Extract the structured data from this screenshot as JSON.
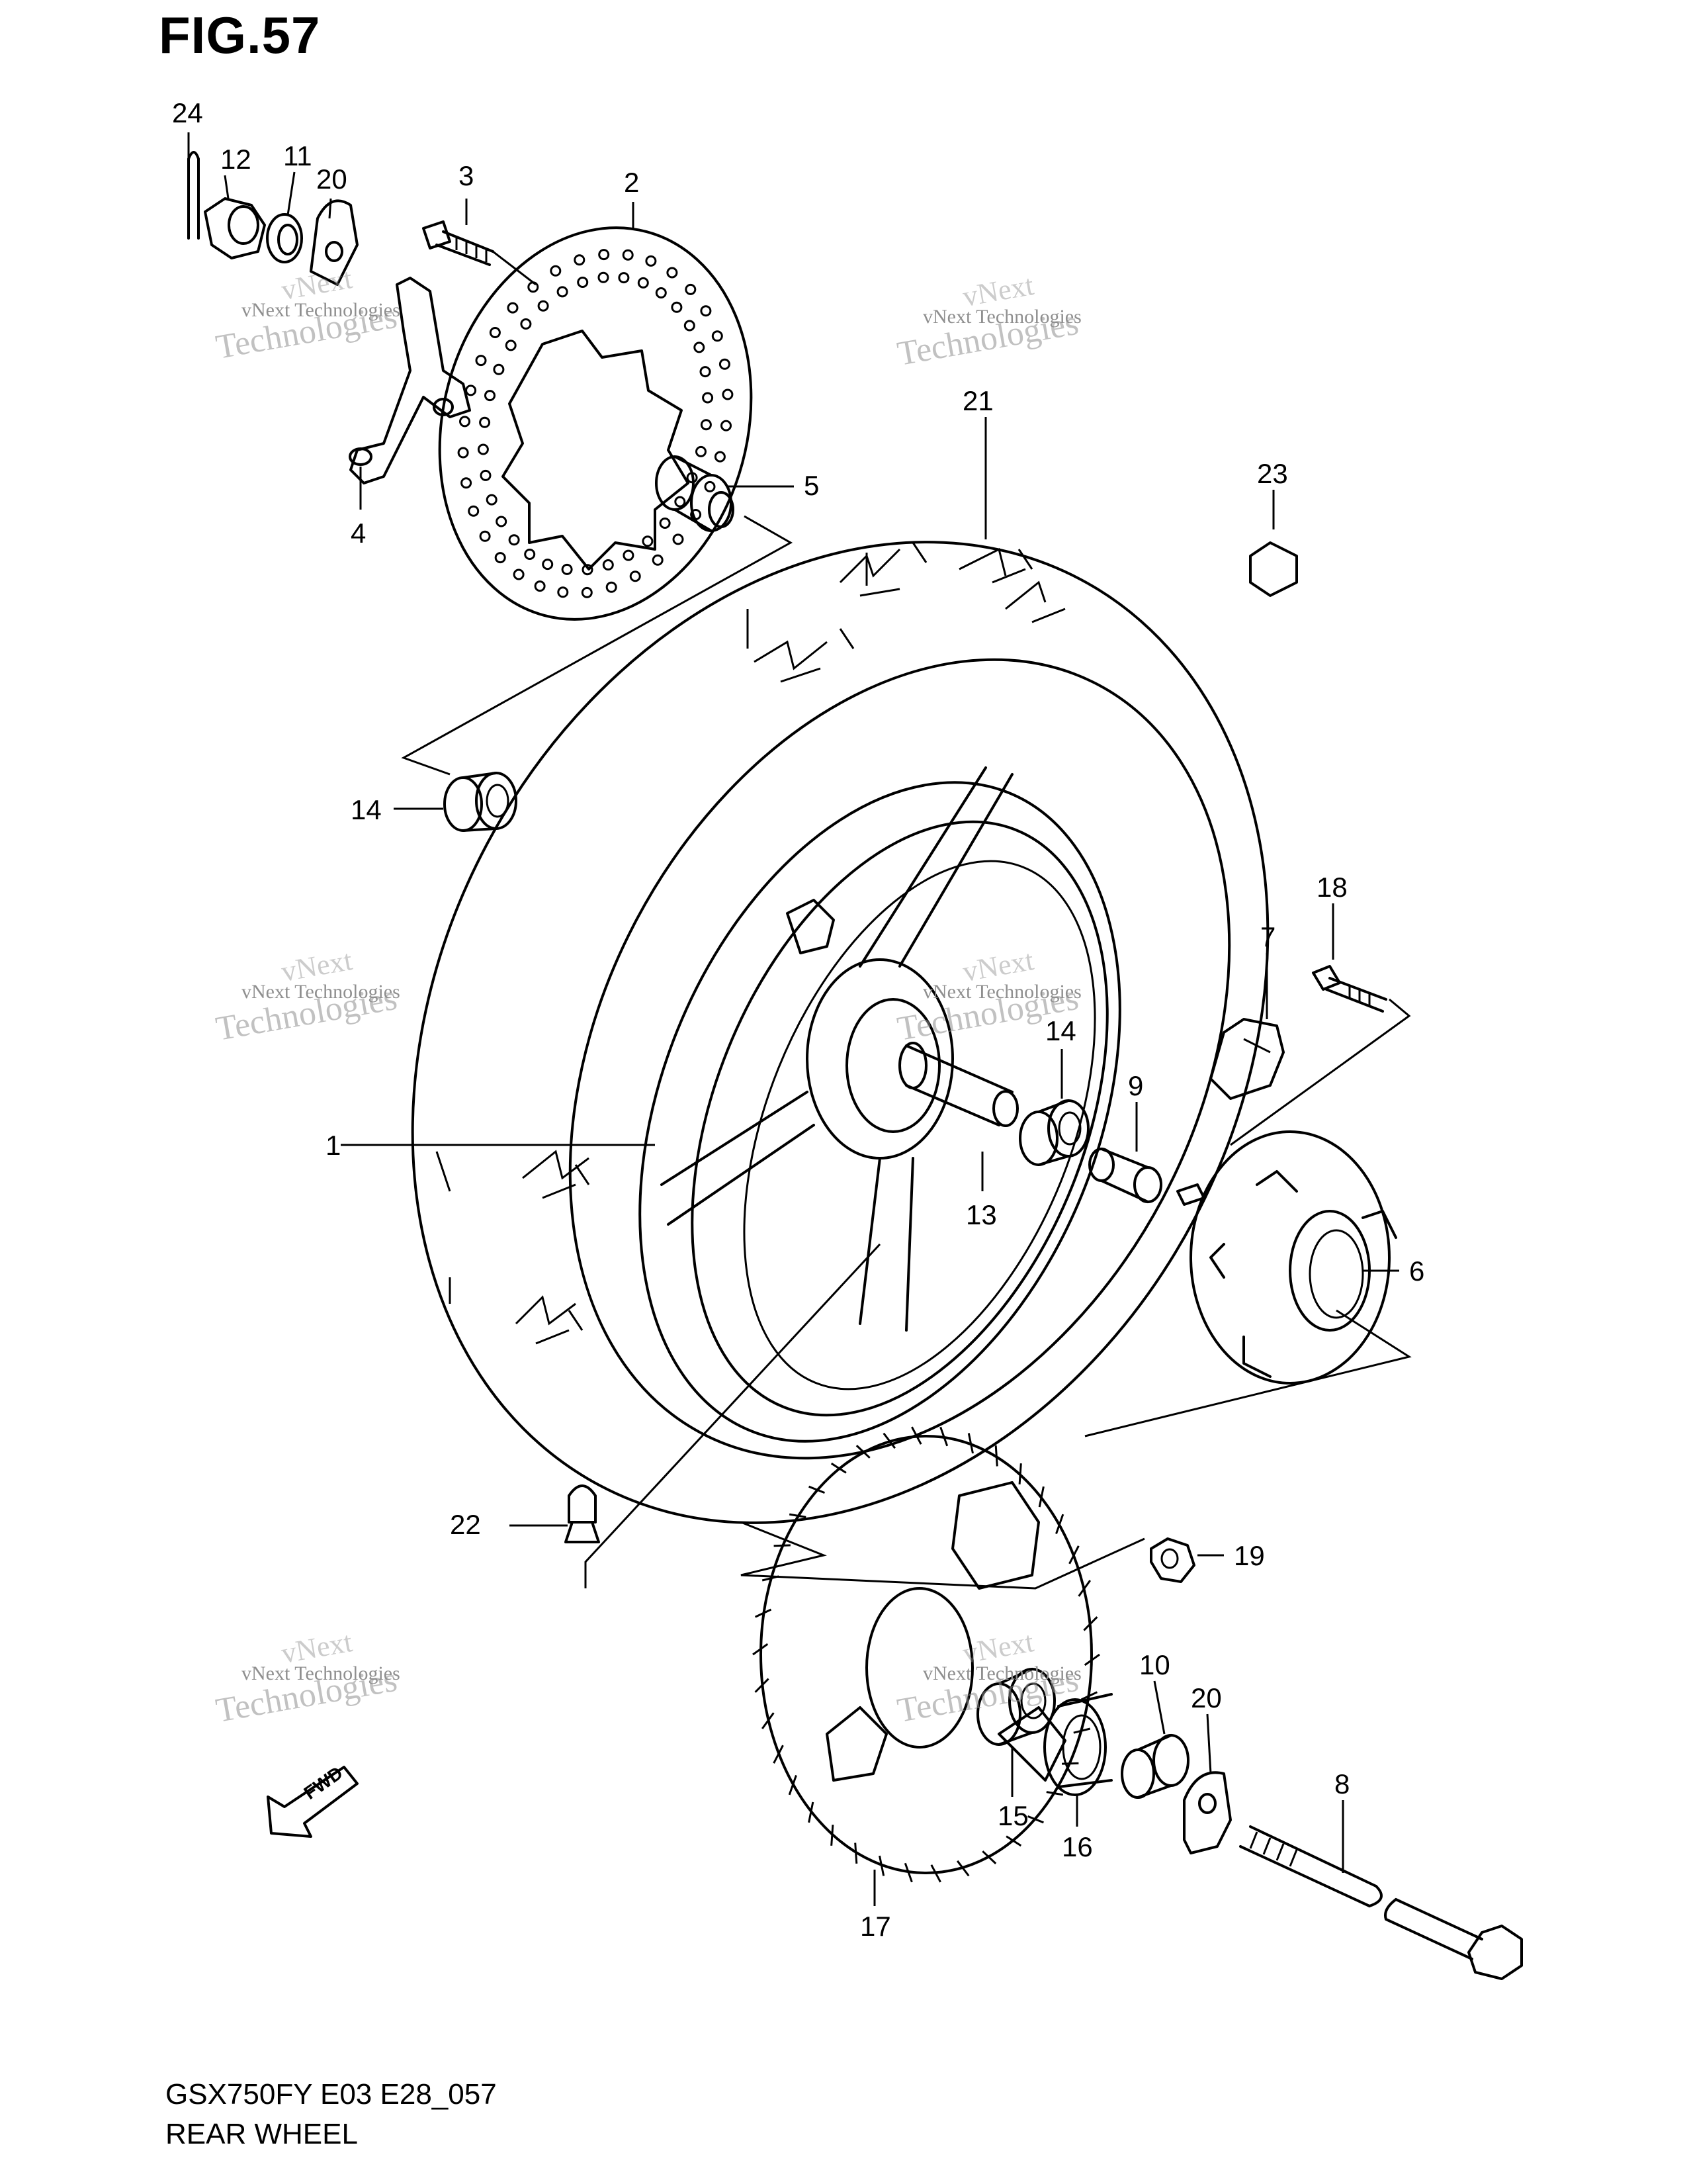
{
  "figure": {
    "title": "FIG.57",
    "model": "GSX750FY E03 E28_057",
    "section": "REAR WHEEL"
  },
  "callouts": {
    "c1": "1",
    "c2": "2",
    "c3": "3",
    "c4": "4",
    "c5": "5",
    "c6": "6",
    "c7": "7",
    "c8": "8",
    "c9": "9",
    "c10": "10",
    "c11": "11",
    "c12": "12",
    "c13": "13",
    "c14a": "14",
    "c14b": "14",
    "c15": "15",
    "c16": "16",
    "c17": "17",
    "c18": "18",
    "c19": "19",
    "c20a": "20",
    "c20b": "20",
    "c21": "21",
    "c22": "22",
    "c23": "23",
    "c24": "24"
  },
  "fwd_label": "FWD",
  "watermark": {
    "line1": "vNext Technologies",
    "line2": "Technologies",
    "line3": "vNext"
  }
}
